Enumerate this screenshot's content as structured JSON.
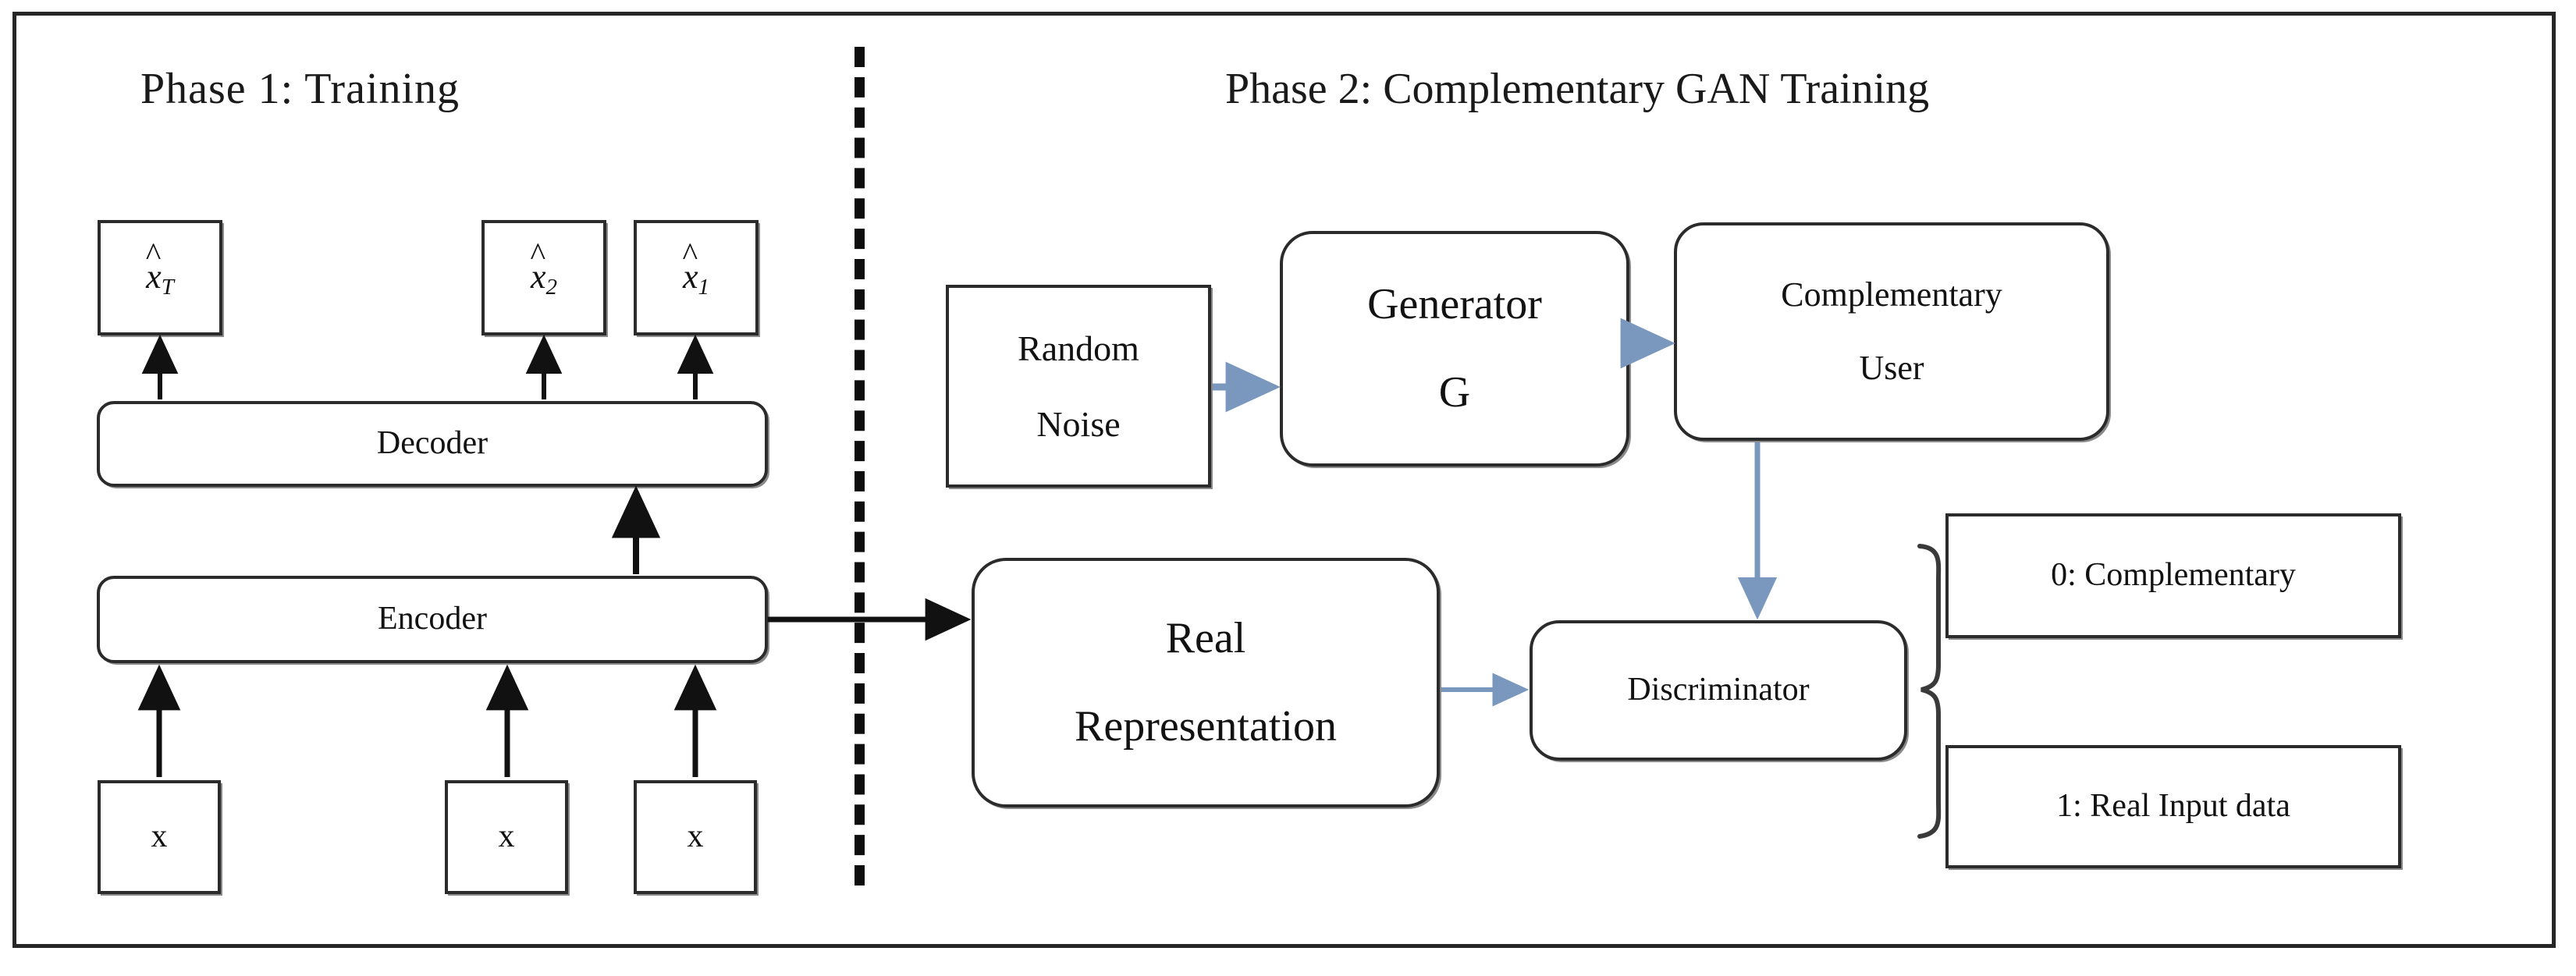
{
  "figure": {
    "background": "#ffffff",
    "frame_color": "#262626",
    "divider": "dashed-vertical-line",
    "arrow_black": "#111111",
    "arrow_blue": "#7a97bd"
  },
  "phases": {
    "phase1_title": "Phase  1:  Training",
    "phase2_title": "Phase 2: Complementary GAN Training"
  },
  "phase1": {
    "outputs": [
      {
        "name": "x-hat-T",
        "base": "x",
        "sub": "T"
      },
      {
        "name": "x-hat-2",
        "base": "x",
        "sub": "2"
      },
      {
        "name": "x-hat-1",
        "base": "x",
        "sub": "1"
      }
    ],
    "decoder_label": "Decoder",
    "encoder_label": "Encoder",
    "inputs": [
      {
        "name": "x-input-1",
        "label": "x"
      },
      {
        "name": "x-input-2",
        "label": "x"
      },
      {
        "name": "x-input-3",
        "label": "x"
      }
    ]
  },
  "phase2": {
    "random_noise": {
      "line1": "Random",
      "line2": "Noise"
    },
    "generator": {
      "line1": "Generator",
      "line2": "G"
    },
    "complementary_user": {
      "line1": "Complementary",
      "line2": "User"
    },
    "real_representation": {
      "line1": "Real",
      "line2": "Representation"
    },
    "discriminator": {
      "label": "Discriminator"
    },
    "outputs": [
      {
        "name": "output-complementary",
        "label": "0:  Complementary"
      },
      {
        "name": "output-real-input",
        "label": "1: Real Input data"
      }
    ]
  }
}
